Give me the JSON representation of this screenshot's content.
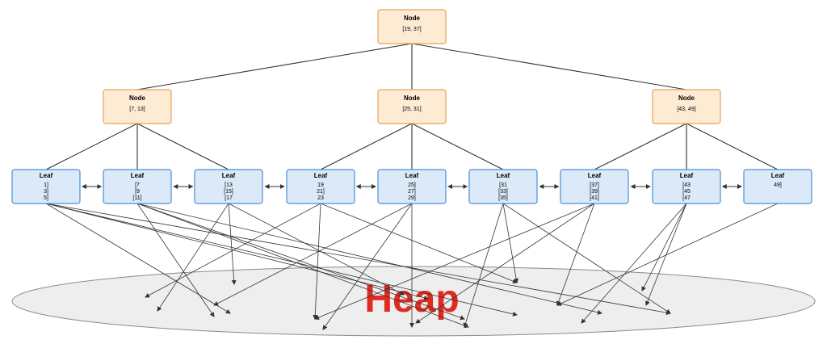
{
  "heap": {
    "label": "Heap",
    "label_color": "#e02b20",
    "fill": "#eeeeee",
    "stroke": "#8a8a8a"
  },
  "root": {
    "title": "Node",
    "range": "[19, 37]"
  },
  "internal_nodes": [
    {
      "title": "Node",
      "range": "[7, 13]"
    },
    {
      "title": "Node",
      "range": "[25, 31]"
    },
    {
      "title": "Node",
      "range": "[43, 49]"
    }
  ],
  "leaves": [
    {
      "title": "Leaf",
      "keys": [
        "1]",
        "3]",
        "5]"
      ]
    },
    {
      "title": "Leaf",
      "keys": [
        "[7",
        "[9",
        "[11]"
      ]
    },
    {
      "title": "Leaf",
      "keys": [
        "[13",
        "[15]",
        "[17"
      ]
    },
    {
      "title": "Leaf",
      "keys": [
        "19",
        "21]",
        "23"
      ]
    },
    {
      "title": "Leaf",
      "keys": [
        "25]",
        "27]",
        "29]"
      ]
    },
    {
      "title": "Leaf",
      "keys": [
        "[31",
        "[33]",
        "[35]"
      ]
    },
    {
      "title": "Leaf",
      "keys": [
        "[37]",
        "[39]",
        "[41]"
      ]
    },
    {
      "title": "Leaf",
      "keys": [
        "[43",
        "[45",
        "[47"
      ]
    },
    {
      "title": "Leaf",
      "keys": [
        "49]"
      ]
    }
  ],
  "colors": {
    "node_fill": "#fdebd3",
    "node_stroke": "#e6a357",
    "leaf_fill": "#dbe9f8",
    "leaf_stroke": "#4a8fd8",
    "edge": "#333333"
  }
}
